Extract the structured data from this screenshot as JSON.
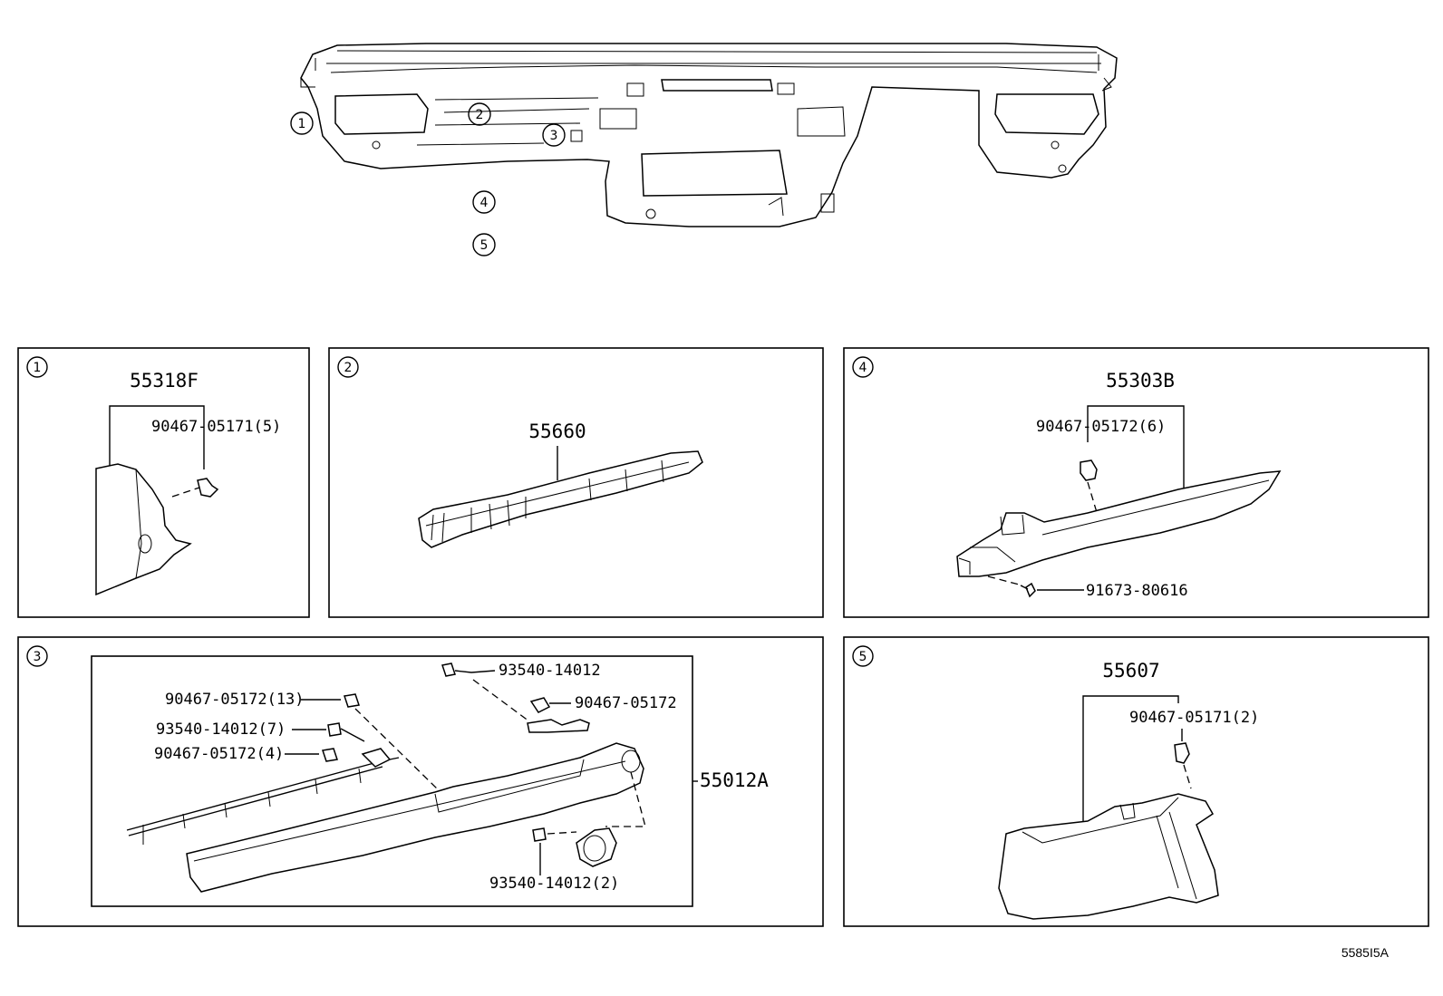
{
  "diagram_id": "5585I5A",
  "overview": {
    "callouts": [
      "1",
      "2",
      "3",
      "4",
      "5"
    ]
  },
  "panels": {
    "p1": {
      "index": "1",
      "assembly": "55318F",
      "parts": [
        "90467-05171(5)"
      ]
    },
    "p2": {
      "index": "2",
      "assembly": "55660",
      "parts": []
    },
    "p3": {
      "index": "3",
      "assembly": "55012A",
      "parts": [
        "93540-14012",
        "90467-05172(13)",
        "90467-05172",
        "93540-14012(7)",
        "90467-05172(4)",
        "93540-14012(2)"
      ]
    },
    "p4": {
      "index": "4",
      "assembly": "55303B",
      "parts": [
        "90467-05172(6)",
        "91673-80616"
      ]
    },
    "p5": {
      "index": "5",
      "assembly": "55607",
      "parts": [
        "90467-05171(2)"
      ]
    }
  }
}
